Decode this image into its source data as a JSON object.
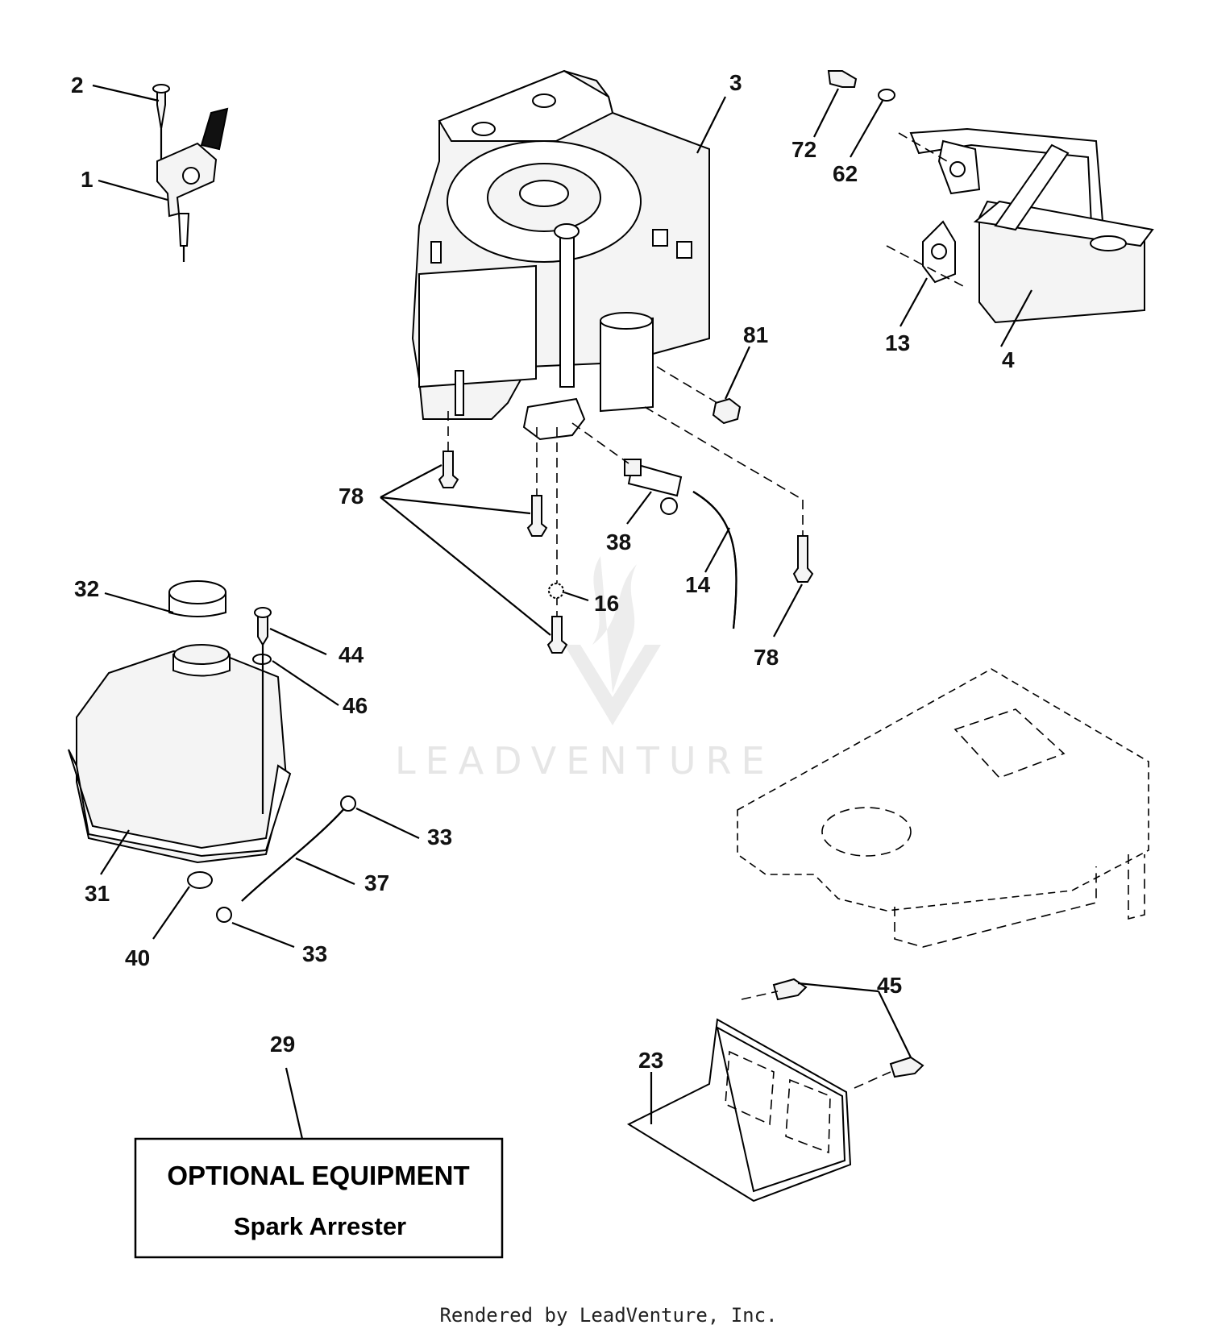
{
  "diagram": {
    "callouts": [
      {
        "key": "c1",
        "label": "1"
      },
      {
        "key": "c2",
        "label": "2"
      },
      {
        "key": "c3",
        "label": "3"
      },
      {
        "key": "c4",
        "label": "4"
      },
      {
        "key": "c13",
        "label": "13"
      },
      {
        "key": "c14",
        "label": "14"
      },
      {
        "key": "c16",
        "label": "16"
      },
      {
        "key": "c23",
        "label": "23"
      },
      {
        "key": "c29",
        "label": "29"
      },
      {
        "key": "c31",
        "label": "31"
      },
      {
        "key": "c32",
        "label": "32"
      },
      {
        "key": "c33a",
        "label": "33"
      },
      {
        "key": "c33b",
        "label": "33"
      },
      {
        "key": "c37",
        "label": "37"
      },
      {
        "key": "c38",
        "label": "38"
      },
      {
        "key": "c40",
        "label": "40"
      },
      {
        "key": "c44",
        "label": "44"
      },
      {
        "key": "c45",
        "label": "45"
      },
      {
        "key": "c46",
        "label": "46"
      },
      {
        "key": "c62",
        "label": "62"
      },
      {
        "key": "c72",
        "label": "72"
      },
      {
        "key": "c78a",
        "label": "78"
      },
      {
        "key": "c78b",
        "label": "78"
      },
      {
        "key": "c81",
        "label": "81"
      }
    ],
    "optional_box": {
      "title": "OPTIONAL EQUIPMENT",
      "subtitle": "Spark Arrester"
    },
    "watermark": "LEADVENTURE",
    "footer": "Rendered by LeadVenture, Inc."
  }
}
